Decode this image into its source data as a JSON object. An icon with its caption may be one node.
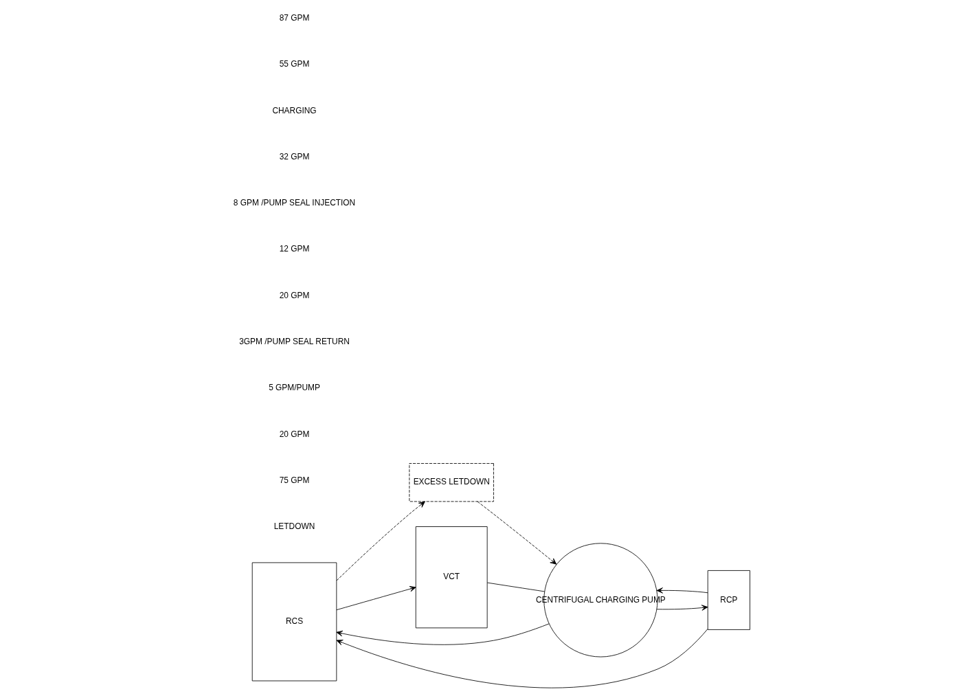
{
  "diagram": {
    "nodes": [
      {
        "text": [
          "RCS"
        ]
      },
      {
        "text": [
          "EXCESS LETDOWN"
        ]
      },
      {
        "text": [
          "VCT"
        ]
      },
      {
        "text": [
          "RCP"
        ]
      },
      {
        "text": [
          "CENTRIFUGAL CHARGING PUMP"
        ]
      }
    ],
    "edges": [
      {
        "from": 0,
        "to": 2,
        "arrow": "to"
      },
      {
        "from": 0,
        "to": 1,
        "arrow": "to",
        "style": "dashed"
      },
      {
        "from": 1,
        "to": 4,
        "arrow": "to",
        "style": "dashed"
      },
      {
        "from": 3,
        "to": 0,
        "arrow": "to"
      },
      {
        "from": 3,
        "to": 4,
        "arrow": "to"
      },
      {
        "from": 2,
        "to": 4,
        "arrow": "none"
      },
      {
        "from": 4,
        "to": 0,
        "arrow": "to"
      },
      {
        "from": 4,
        "to": 3,
        "arrow": "to"
      }
    ],
    "labels": [
      "LETDOWN",
      "75 GPM",
      "20 GPM",
      "5 GPM/PUMP",
      "3GPM /PUMP SEAL RETURN",
      "20 GPM",
      "12 GPM",
      "8 GPM /PUMP SEAL INJECTION",
      "32 GPM",
      "CHARGING",
      "55 GPM",
      "87 GPM"
    ]
  }
}
